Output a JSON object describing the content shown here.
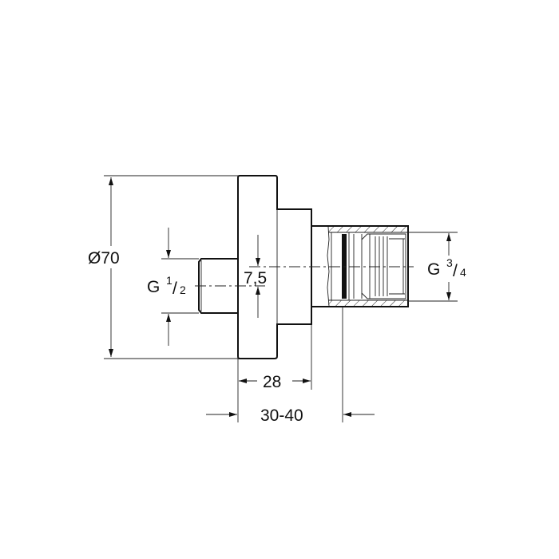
{
  "drawing": {
    "diameter_label": "Ø70",
    "inlet_thread": {
      "prefix": "G",
      "numerator": "1",
      "denominator": "2"
    },
    "outlet_thread": {
      "prefix": "G",
      "numerator": "3",
      "denominator": "4"
    },
    "offset_label": "7,5",
    "depth_label": "28",
    "projection_label": "30-40"
  }
}
